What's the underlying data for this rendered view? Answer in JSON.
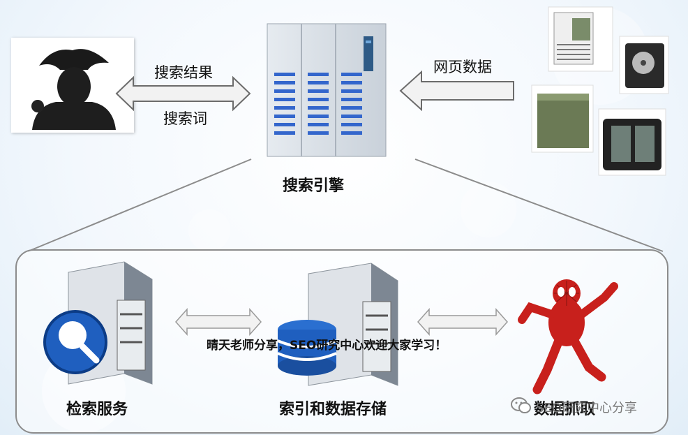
{
  "top": {
    "search_results_label": "搜索结果",
    "search_terms_label": "搜索词",
    "web_data_label": "网页数据",
    "engine_label": "搜索引擎"
  },
  "bottom": {
    "retrieval_label": "检索服务",
    "index_storage_label": "索引和数据存储",
    "crawl_label": "数据抓取"
  },
  "overlay_text": "晴天老师分享，SEO研究中心欢迎大家学习！",
  "watermark": "SEO研究中心分享",
  "icons": [
    "user-silhouette-icon",
    "server-rack-icon",
    "document-stack-icon",
    "search-magnifier-icon",
    "database-icon",
    "spider-crawler-icon",
    "wechat-icon"
  ],
  "colors": {
    "arrow_fill": "#f2f2f2",
    "arrow_stroke": "#6b6b6b",
    "panel_border": "#808080",
    "server_stripe": "#3366cc",
    "spider_red": "#c8201c"
  }
}
